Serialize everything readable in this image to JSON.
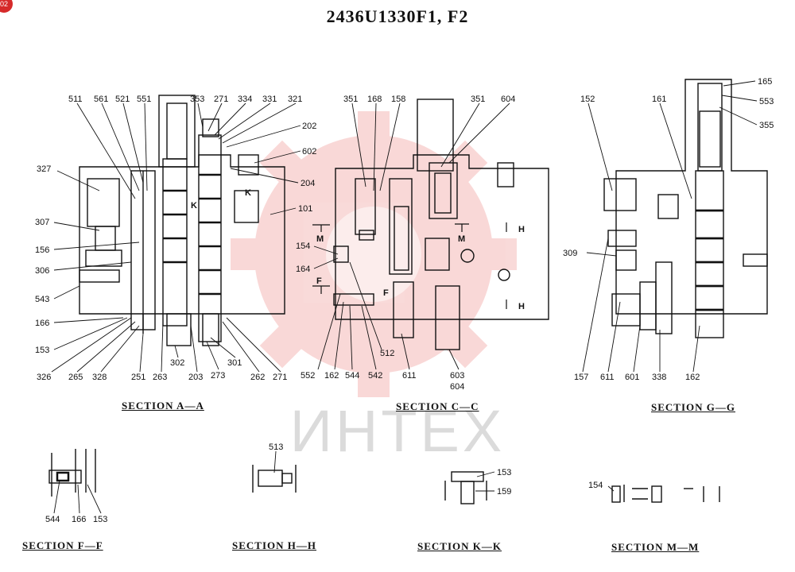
{
  "title": "2436U1330F1, F2",
  "badge": "02",
  "watermark": "ИНТЕХ",
  "sections": {
    "aa": "SECTION A—A",
    "cc": "SECTION C—C",
    "gg": "SECTION G—G",
    "ff": "SECTION F—F",
    "hh": "SECTION H—H",
    "kk": "SECTION K—K",
    "mm": "SECTION M—M"
  },
  "cut_marks": {
    "k": "K",
    "m": "M",
    "f": "F",
    "h": "H"
  },
  "callouts_aa": {
    "p511": "511",
    "p561": "561",
    "p521": "521",
    "p551": "551",
    "p353": "353",
    "p271_top": "271",
    "p334": "334",
    "p331": "331",
    "p321": "321",
    "p202": "202",
    "p602": "602",
    "p204": "204",
    "p101": "101",
    "p327": "327",
    "p307": "307",
    "p156": "156",
    "p306": "306",
    "p543": "543",
    "p166": "166",
    "p153": "153",
    "p326": "326",
    "p265": "265",
    "p328": "328",
    "p251": "251",
    "p263": "263",
    "p302": "302",
    "p203": "203",
    "p273": "273",
    "p301": "301",
    "p262": "262",
    "p271_bot": "271"
  },
  "callouts_cc": {
    "p351a": "351",
    "p168": "168",
    "p158": "158",
    "p351b": "351",
    "p604_top": "604",
    "p154": "154",
    "p164": "164",
    "p552": "552",
    "p162": "162",
    "p544": "544",
    "p542": "542",
    "p512": "512",
    "p611": "611",
    "p603": "603",
    "p604_bot": "604"
  },
  "callouts_gg": {
    "p152": "152",
    "p161": "161",
    "p165": "165",
    "p553": "553",
    "p355": "355",
    "p309": "309",
    "p157": "157",
    "p611": "611",
    "p601": "601",
    "p338": "338",
    "p162": "162"
  },
  "callouts_small": {
    "ff_544": "544",
    "ff_166": "166",
    "ff_153": "153",
    "hh_513": "513",
    "kk_153": "153",
    "kk_159": "159",
    "mm_154": "154"
  }
}
